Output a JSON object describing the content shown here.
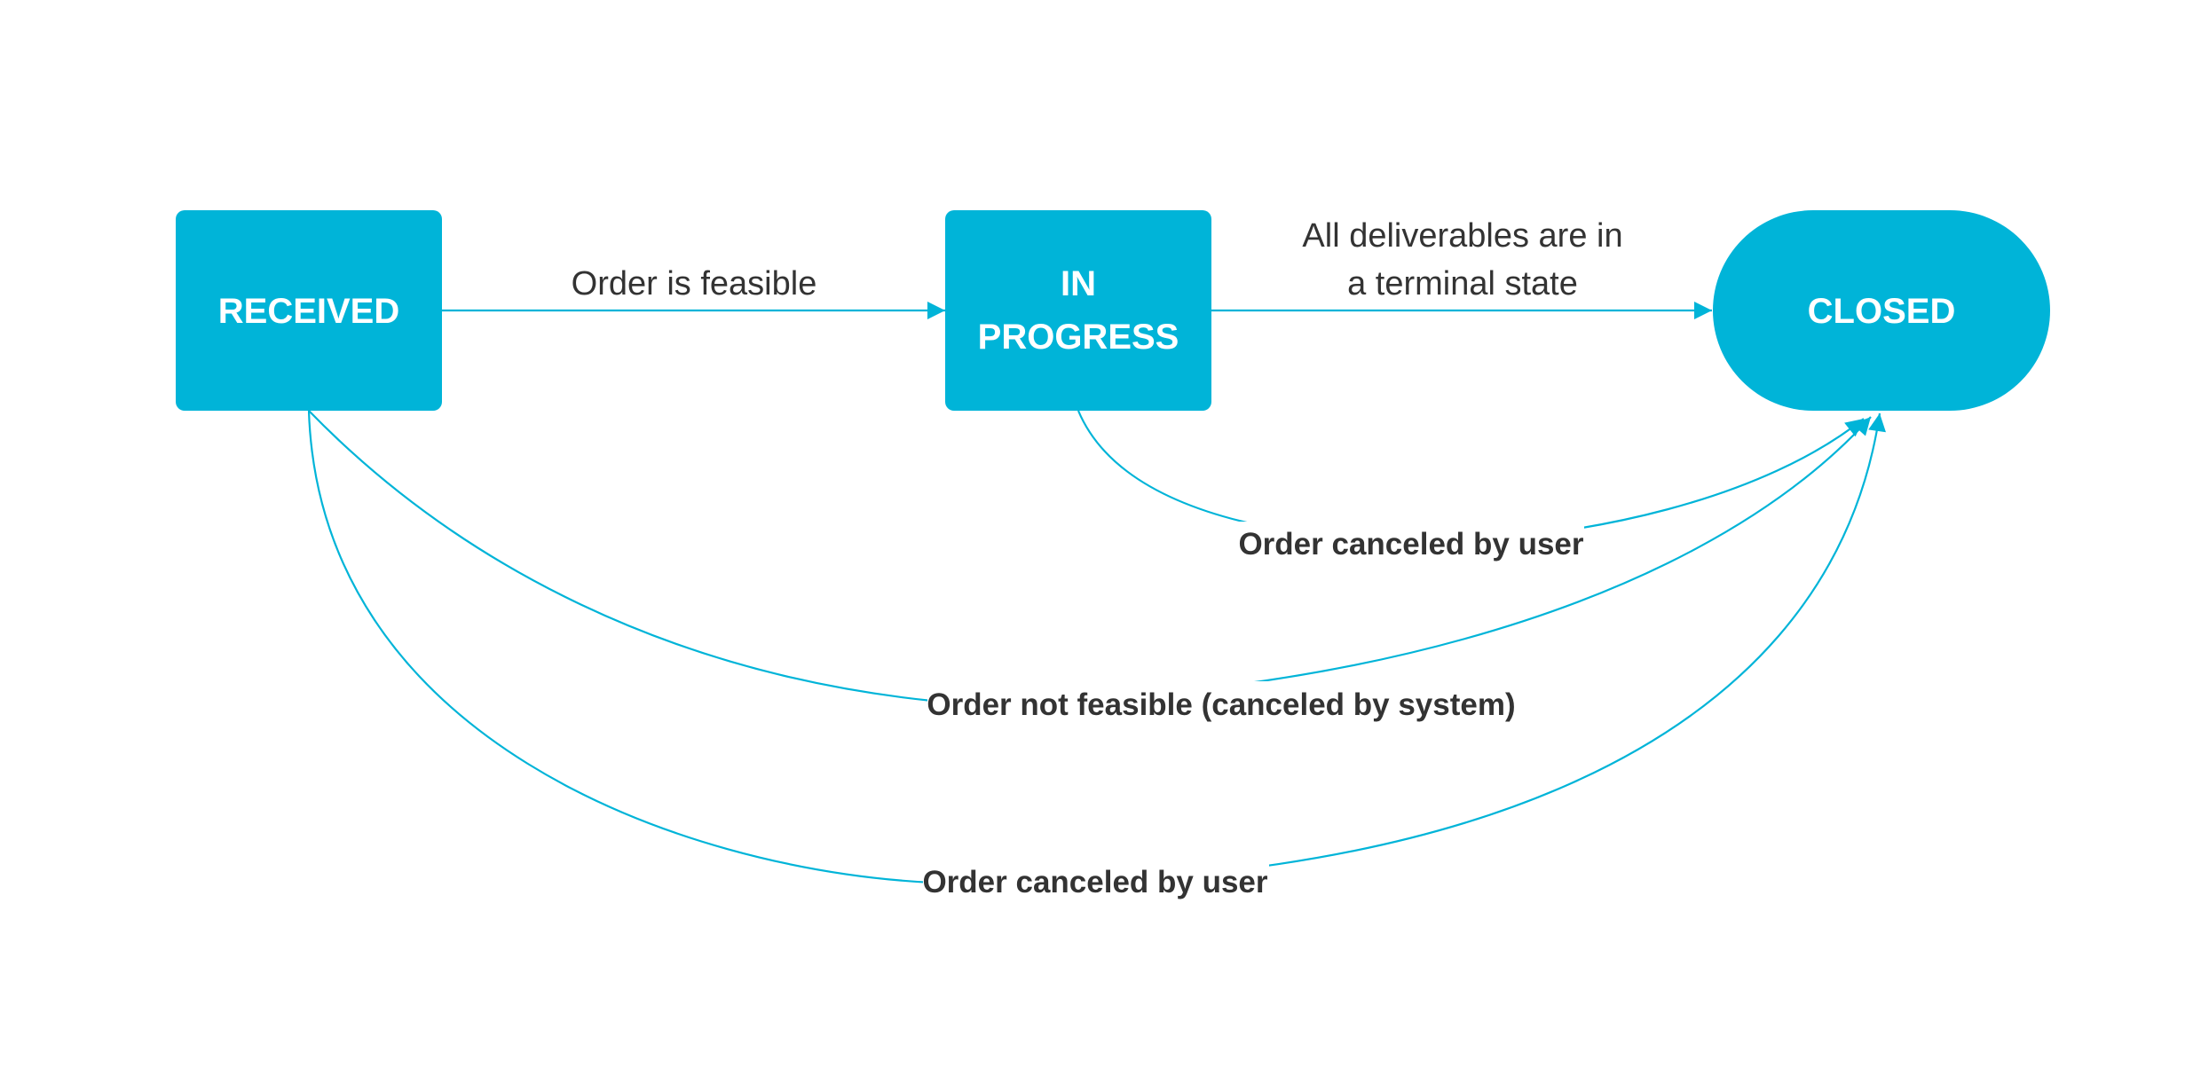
{
  "colors": {
    "node_fill": "#00b4d8",
    "edge": "#00b4d8",
    "text": "#333333",
    "node_text": "#ffffff",
    "background": "#ffffff"
  },
  "nodes": {
    "received": "RECEIVED",
    "in_progress_line1": "IN",
    "in_progress_line2": "PROGRESS",
    "closed": "CLOSED"
  },
  "edges": {
    "received_to_in_progress": "Order is feasible",
    "in_progress_to_closed_line1": "All deliverables are in",
    "in_progress_to_closed_line2": "a terminal state",
    "in_progress_canceled": "Order canceled by user",
    "received_not_feasible": "Order not feasible (canceled by system)",
    "received_canceled": "Order canceled by user"
  }
}
